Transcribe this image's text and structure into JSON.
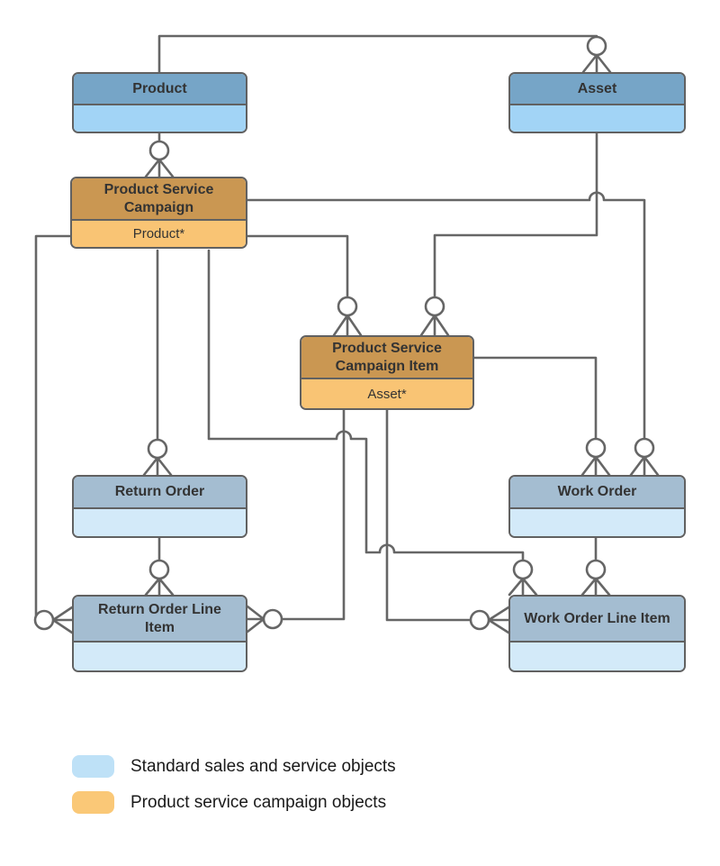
{
  "entities": [
    {
      "name": "Product",
      "field": "",
      "category": "standard"
    },
    {
      "name": "Asset",
      "field": "",
      "category": "standard"
    },
    {
      "name": "Product Service Campaign",
      "field": "Product*",
      "category": "campaign"
    },
    {
      "name": "Product Service Campaign Item",
      "field": "Asset*",
      "category": "campaign"
    },
    {
      "name": "Return Order",
      "field": "",
      "category": "standard"
    },
    {
      "name": "Work Order",
      "field": "",
      "category": "standard"
    },
    {
      "name": "Return Order Line Item",
      "field": "",
      "category": "standard"
    },
    {
      "name": "Work Order Line Item",
      "field": "",
      "category": "standard"
    }
  ],
  "relationships": [
    {
      "from": "Product",
      "to": "Asset",
      "cardinality": "zero-or-many"
    },
    {
      "from": "Product",
      "to": "Product Service Campaign",
      "cardinality": "zero-or-many"
    },
    {
      "from": "Product Service Campaign",
      "to": "Product Service Campaign Item",
      "cardinality": "zero-or-many"
    },
    {
      "from": "Asset",
      "to": "Product Service Campaign Item",
      "cardinality": "zero-or-many"
    },
    {
      "from": "Product Service Campaign",
      "to": "Work Order",
      "cardinality": "zero-or-many"
    },
    {
      "from": "Product Service Campaign Item",
      "to": "Work Order",
      "cardinality": "zero-or-many"
    },
    {
      "from": "Product Service Campaign",
      "to": "Return Order",
      "cardinality": "zero-or-many"
    },
    {
      "from": "Product Service Campaign",
      "to": "Work Order Line Item",
      "cardinality": "zero-or-many"
    },
    {
      "from": "Product Service Campaign",
      "to": "Return Order Line Item",
      "cardinality": "zero-or-many"
    },
    {
      "from": "Product Service Campaign Item",
      "to": "Return Order Line Item",
      "cardinality": "zero-or-many"
    },
    {
      "from": "Product Service Campaign Item",
      "to": "Work Order Line Item",
      "cardinality": "zero-or-many"
    },
    {
      "from": "Return Order",
      "to": "Return Order Line Item",
      "cardinality": "zero-or-many"
    },
    {
      "from": "Work Order",
      "to": "Work Order Line Item",
      "cardinality": "zero-or-many"
    }
  ],
  "legend": {
    "items": [
      {
        "label": "Standard sales and service objects",
        "color": "#BEE1F7"
      },
      {
        "label": "Product service campaign objects",
        "color": "#FAC877"
      }
    ]
  },
  "colors": {
    "connector": "#666666",
    "standard_header": "#76A5C7",
    "standard_body": "#A2D4F6",
    "muted_header": "#A4BDD1",
    "muted_body": "#D3EAF9",
    "campaign_header": "#CA9752",
    "campaign_body": "#F9C474"
  }
}
